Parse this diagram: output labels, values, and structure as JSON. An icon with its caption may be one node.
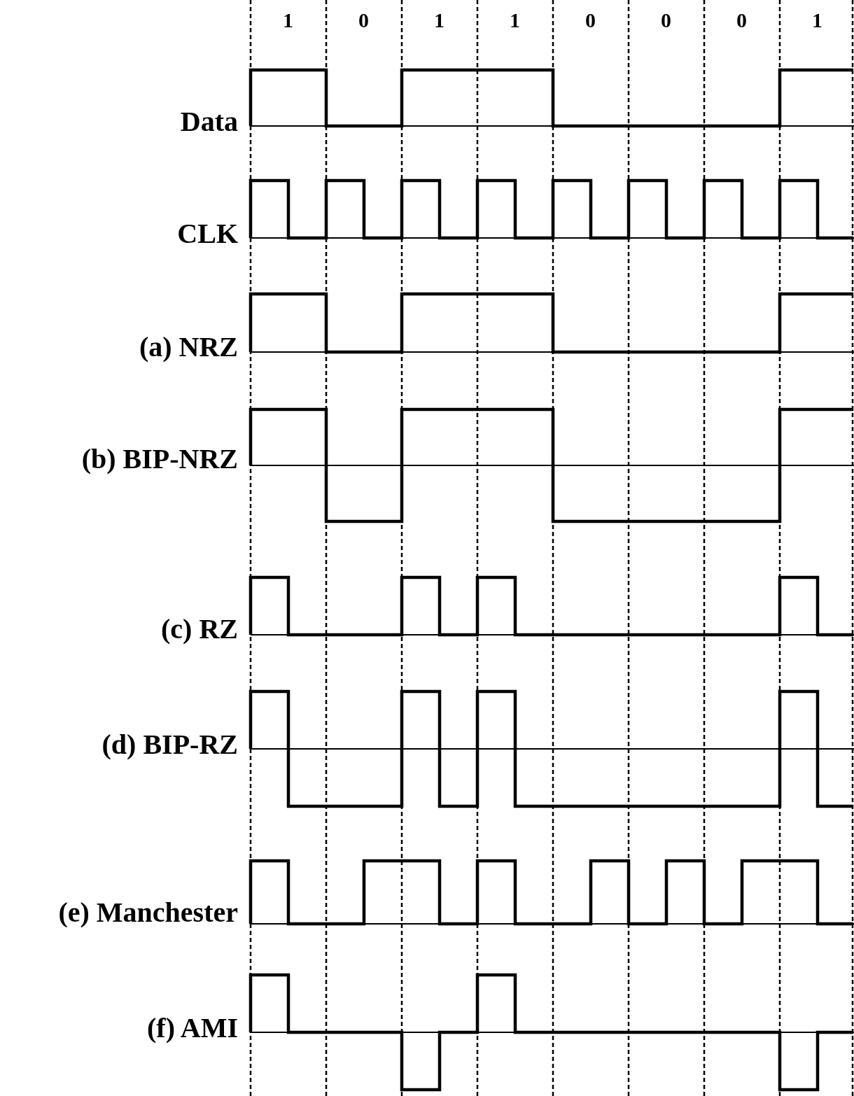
{
  "diagram": {
    "labels": [
      "1",
      "0",
      "1",
      "1",
      "0",
      "0",
      "0",
      "1",
      "Data",
      "CLK",
      "(a) NRZ",
      "(b) BIP-NRZ",
      "(c) RZ",
      "(d) BIP-RZ",
      "(e) Manchester",
      "(f) AMI"
    ]
  }
}
